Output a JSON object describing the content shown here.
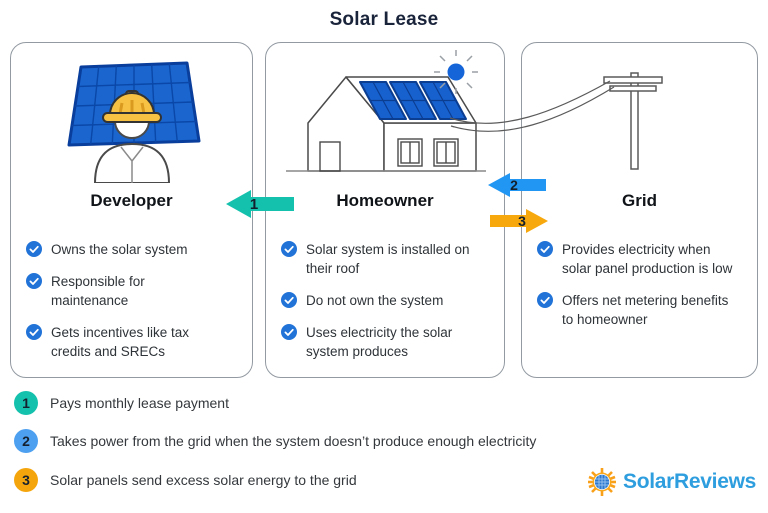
{
  "title": "Solar Lease",
  "panels": [
    {
      "heading": "Developer",
      "icon": "solar-panel-worker",
      "bullets": [
        "Owns the solar system",
        "Responsible for maintenance",
        "Gets incentives like tax credits and SRECs"
      ]
    },
    {
      "heading": "Homeowner",
      "icon": "house-with-solar-panels-and-sun",
      "bullets": [
        "Solar system is installed on their roof",
        "Do not own the system",
        "Uses electricity the solar system produces"
      ]
    },
    {
      "heading": "Grid",
      "icon": "utility-pole-with-wires",
      "bullets": [
        "Provides electricity when solar panel production is low",
        "Offers net metering benefits to homeowner"
      ]
    }
  ],
  "arrows": [
    {
      "number": "1",
      "direction": "left",
      "color": "#14C1AD"
    },
    {
      "number": "2",
      "direction": "left",
      "color": "#2196F3"
    },
    {
      "number": "3",
      "direction": "right",
      "color": "#F7A80D"
    }
  ],
  "legend": [
    {
      "number": "1",
      "color": "#14C1AD",
      "text": "Pays monthly lease payment"
    },
    {
      "number": "2",
      "color": "#4DA0F0",
      "text": "Takes power from the grid when the system doesn’t produce enough electricity"
    },
    {
      "number": "3",
      "color": "#F5A50C",
      "text": "Solar panels send excess solar energy to the grid"
    }
  ],
  "logo": {
    "brand": "SolarReviews",
    "icon": "sun-logo"
  },
  "colors": {
    "check_blue": "#2173D8",
    "solar_panel_blue": "#1761CF",
    "sun_blue": "#1565D8",
    "title_navy": "#19233A",
    "panel_border_gray": "#939AA2"
  }
}
